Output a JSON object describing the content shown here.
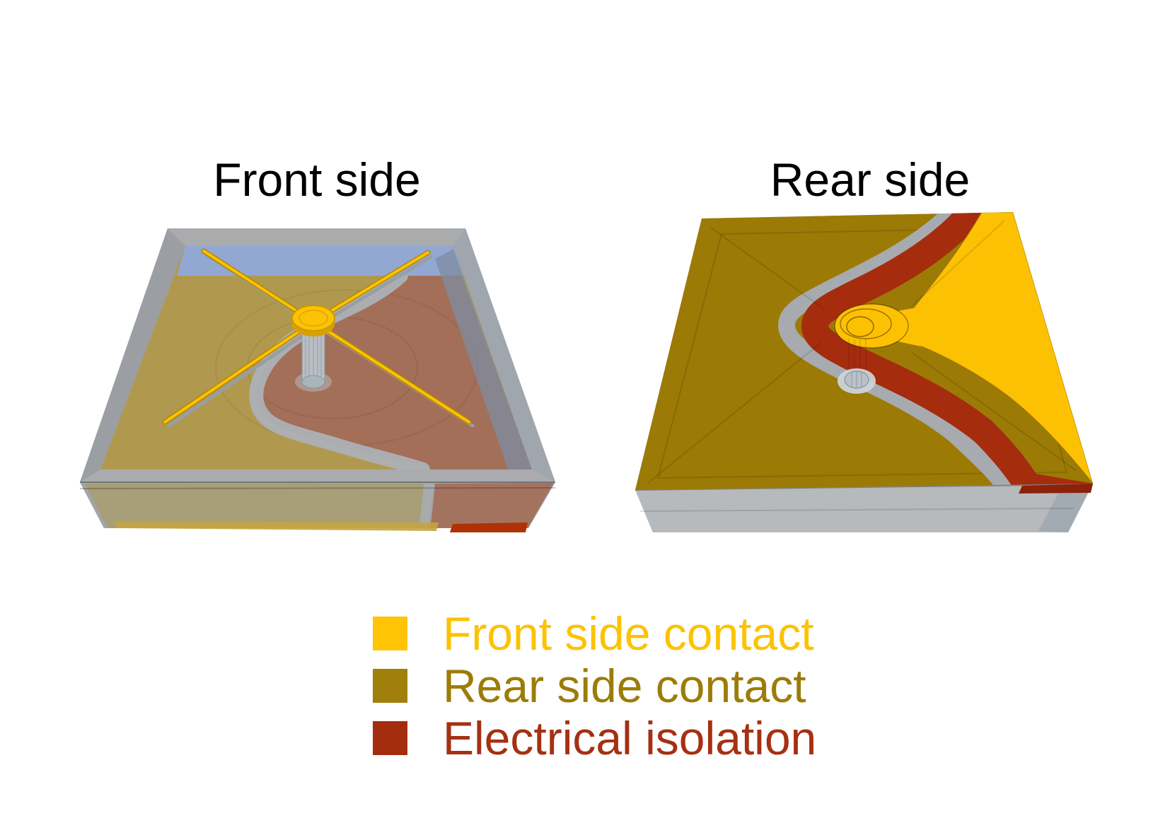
{
  "figure_titles": {
    "front": "Front side",
    "rear": "Rear side"
  },
  "legend": {
    "items": [
      {
        "id": "front-side-contact",
        "label": "Front side contact",
        "swatch_color": "#FFC405",
        "label_color": "#FCC303"
      },
      {
        "id": "rear-side-contact",
        "label": "Rear side contact",
        "swatch_color": "#A07F0B",
        "label_color": "#9C7C08"
      },
      {
        "id": "electrical-isolation",
        "label": "Electrical isolation",
        "swatch_color": "#A52D0F",
        "label_color": "#A53012"
      }
    ]
  },
  "palette": {
    "title_text": "#000000",
    "background": "#FFFFFF",
    "front_contact_yellow": "#FDC105",
    "rear_contact_olive": "#9C7A06",
    "rear_contact_through_wafer": "#B0994F",
    "electrical_isolation_red": "#A62C0E",
    "isolation_through_wafer": "#A26D58",
    "wafer_gray": "#A9ACAE",
    "trench_gray": "#ADB0B5",
    "passivation_blue": "#92A8D2",
    "via_metal_gray": "#BAC3CA"
  }
}
